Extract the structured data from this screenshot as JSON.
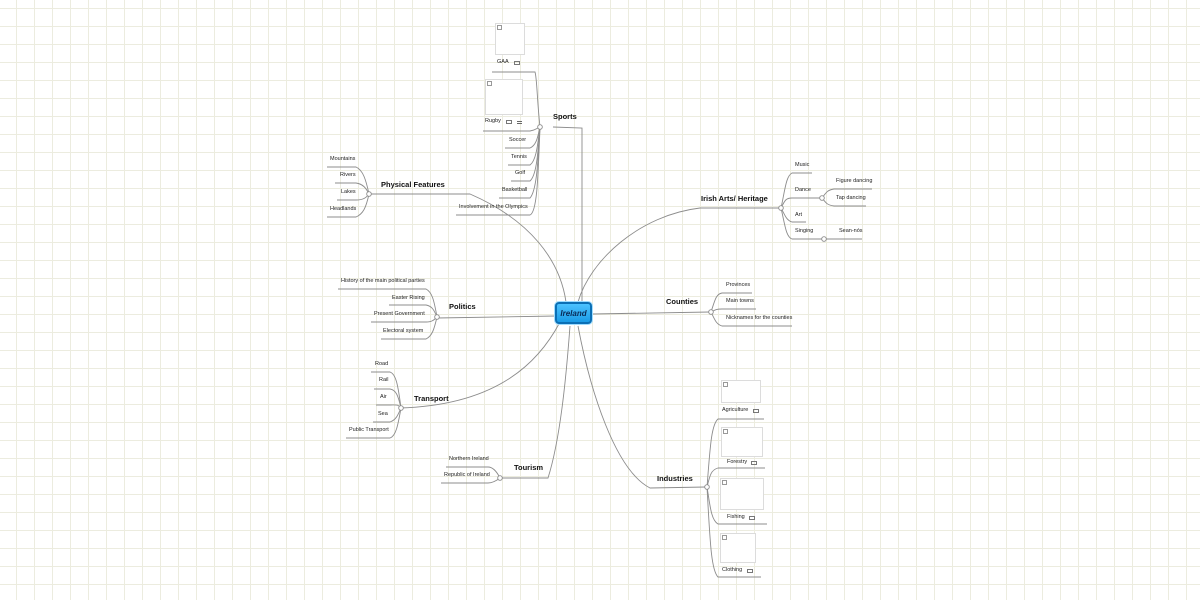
{
  "root": {
    "label": "Ireland"
  },
  "branches": {
    "sports": {
      "label": "Sports",
      "items": [
        "GAA",
        "Rugby",
        "Soccer",
        "Tennis",
        "Golf",
        "Basketball",
        "Involvement in the Olympics"
      ]
    },
    "physical_features": {
      "label": "Physical Features",
      "items": [
        "Mountains",
        "Rivers",
        "Lakes",
        "Headlands"
      ]
    },
    "politics": {
      "label": "Politics",
      "items": [
        "History of the main political parties",
        "Easter Rising",
        "Present Government",
        "Electoral system"
      ]
    },
    "transport": {
      "label": "Transport",
      "items": [
        "Road",
        "Rail",
        "Air",
        "Sea",
        "Public Transport"
      ]
    },
    "tourism": {
      "label": "Tourism",
      "items": [
        "Northern Ireland",
        "Republic of Ireland"
      ]
    },
    "arts": {
      "label": "Irish Arts/ Heritage",
      "items": [
        "Music",
        "Dance",
        "Art",
        "Singing"
      ],
      "dance_items": [
        "Figure dancing",
        "Tap dancing"
      ],
      "singing_items": [
        "Sean-nós"
      ]
    },
    "counties": {
      "label": "Counties",
      "items": [
        "Provinces",
        "Main towns",
        "Nicknames for the counties"
      ]
    },
    "industries": {
      "label": "Industries",
      "items": [
        "Agriculture",
        "Forestry",
        "Fishing",
        "Clothing"
      ]
    }
  },
  "style": {
    "line_color": "#8c8c8c",
    "root_fill": "#2fb0f5",
    "grid_color": "#ececdf"
  },
  "icons": [
    "image-icon",
    "note-icon",
    "broken-image-icon"
  ]
}
